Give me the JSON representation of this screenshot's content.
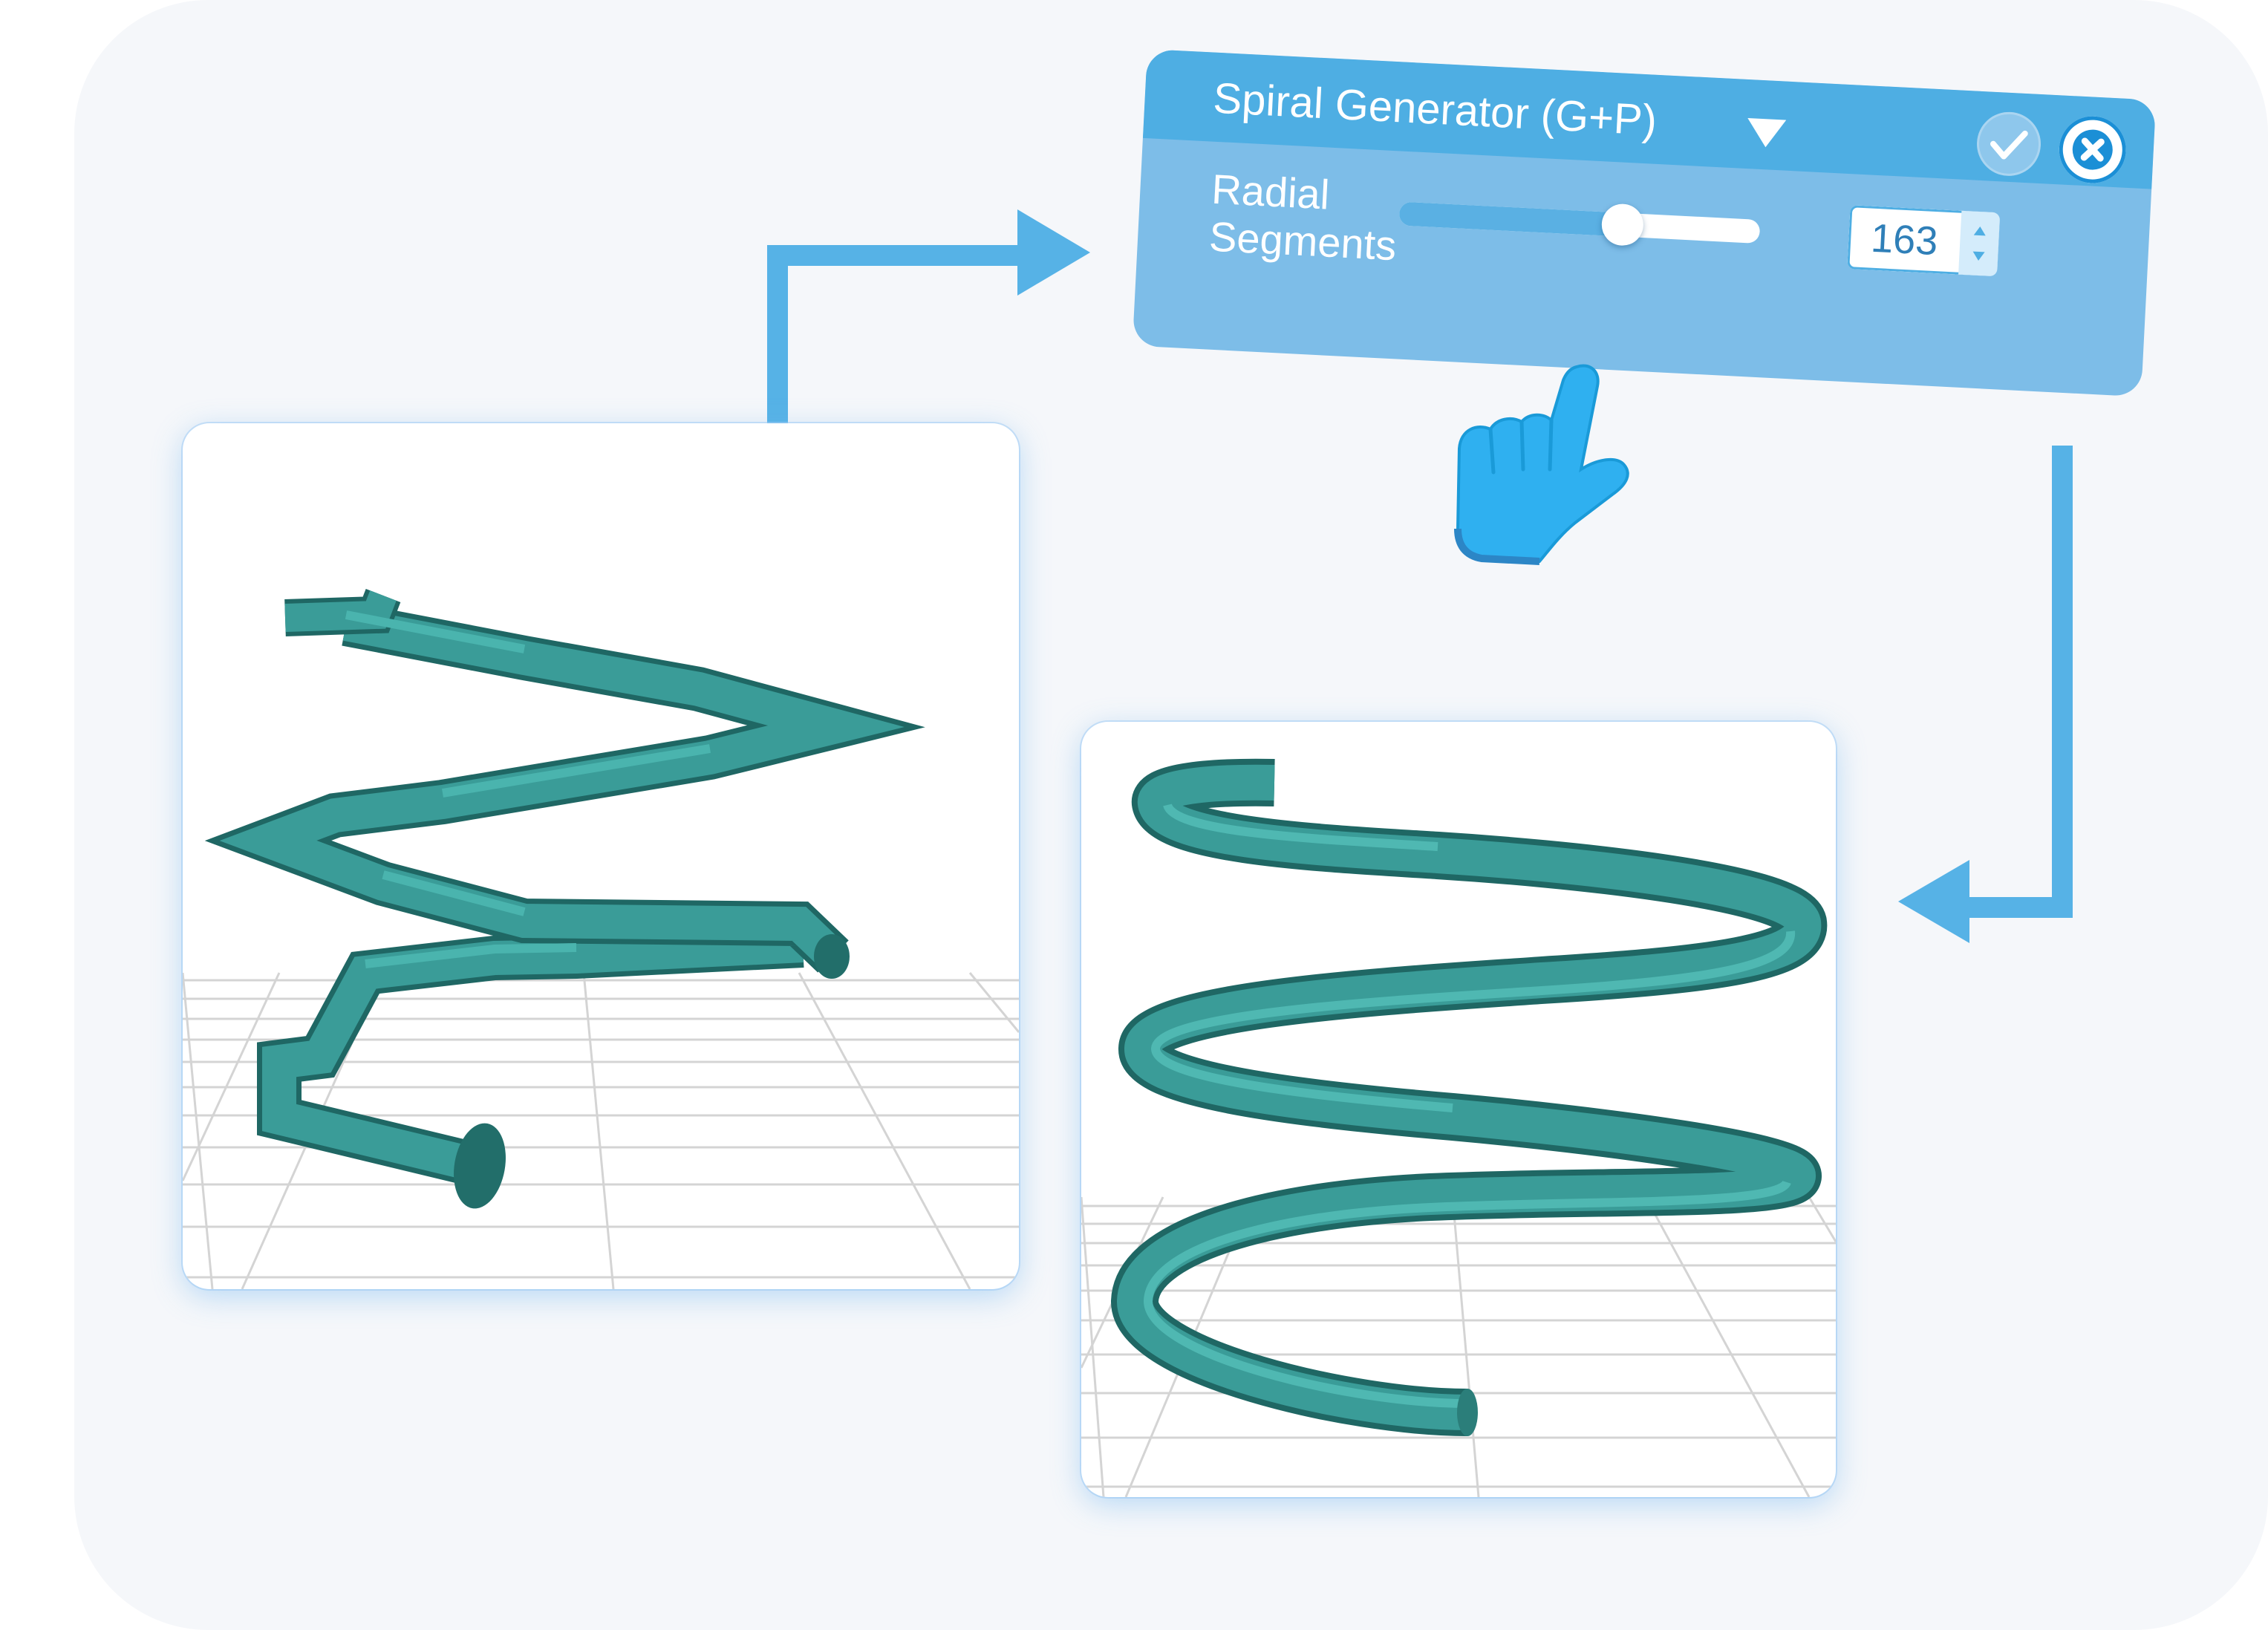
{
  "dialog": {
    "title": "Spiral Generator (G+P)",
    "param_label": "Radial Segments",
    "value": "163",
    "slider_level": 0.62,
    "icons": {
      "dropdown": "dropdown-arrow-icon",
      "confirm": "check-icon",
      "close": "close-icon",
      "stepper": "stepper-arrows-icon",
      "pointer": "pointing-hand-icon"
    }
  },
  "views": {
    "before": "low-segment spiral tube",
    "after": "smooth spiral tube"
  },
  "colors": {
    "accent": "#4eaee3",
    "panel_body": "#7dbde8",
    "spiral_teal": "#3a9c98",
    "spiral_dark": "#1f6764",
    "hand": "#2fb0f0"
  }
}
